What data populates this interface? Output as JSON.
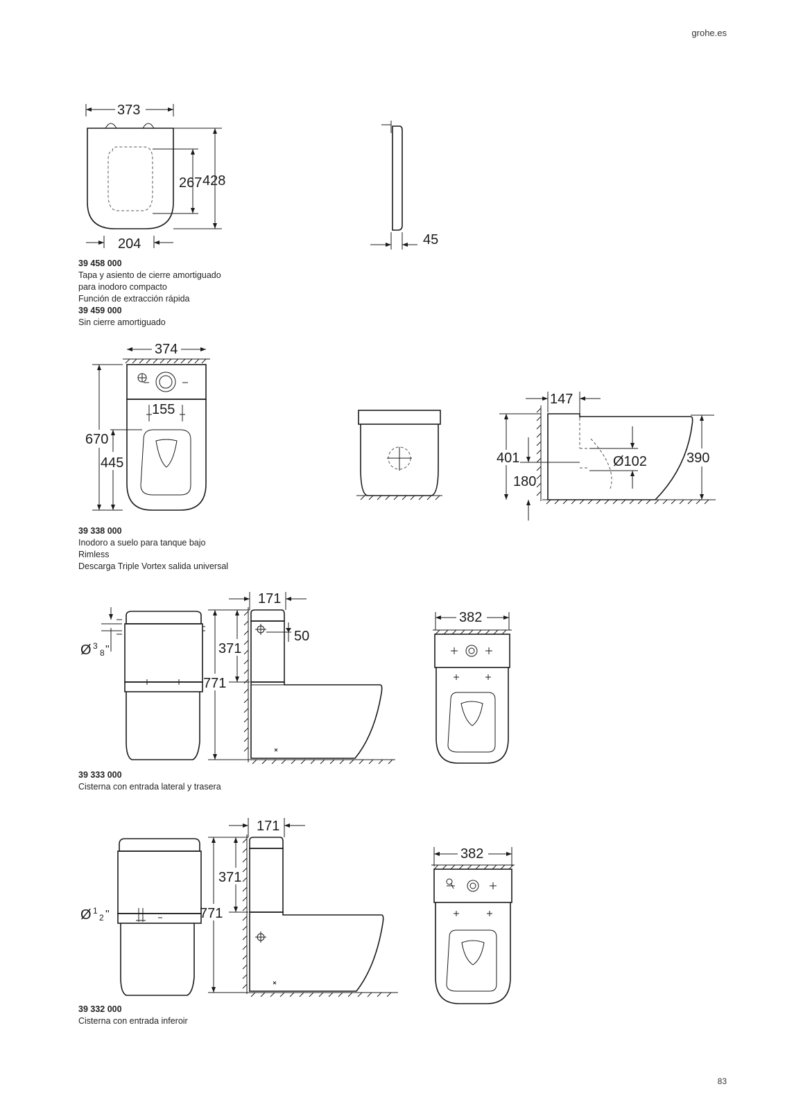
{
  "header": {
    "url": "grohe.es"
  },
  "page_number": "83",
  "products": [
    {
      "code": "39 458 000",
      "lines": [
        "Tapa y asiento de cierre amortiguado",
        "para inodoro compacto",
        "Función de extracción rápida"
      ],
      "code2": "39 459 000",
      "line2": "Sin cierre amortiguado",
      "dims": {
        "width": "373",
        "inner_width": "204",
        "inner_height": "267",
        "height": "428",
        "thickness": "45"
      }
    },
    {
      "code": "39 338 000",
      "lines": [
        "Inodoro a suelo para tanque bajo",
        "Rimless",
        "Descarga Triple Vortex salida universal"
      ],
      "dims": {
        "width": "374",
        "height": "670",
        "fix_spacing": "155",
        "seat_height": "445",
        "depth_tank": "147",
        "outlet_height": "401",
        "outlet_low": "180",
        "outlet_diameter": "Ø102",
        "bowl_height": "390"
      }
    },
    {
      "code": "39 333 000",
      "lines": [
        "Cisterna con entrada lateral y trasera"
      ],
      "dims": {
        "inlet": "Ø",
        "inlet_num": "3",
        "inlet_den": "8",
        "inlet_unit": "\"",
        "tank_height": "371",
        "total_height": "771",
        "tank_depth": "171",
        "inlet_offset": "50",
        "width": "382"
      }
    },
    {
      "code": "39 332 000",
      "lines": [
        "Cisterna con entrada inferoir"
      ],
      "dims": {
        "inlet": "Ø",
        "inlet_num": "1",
        "inlet_den": "2",
        "inlet_unit": "\"",
        "tank_height": "371",
        "total_height": "771",
        "tank_depth": "171",
        "width": "382"
      }
    }
  ]
}
